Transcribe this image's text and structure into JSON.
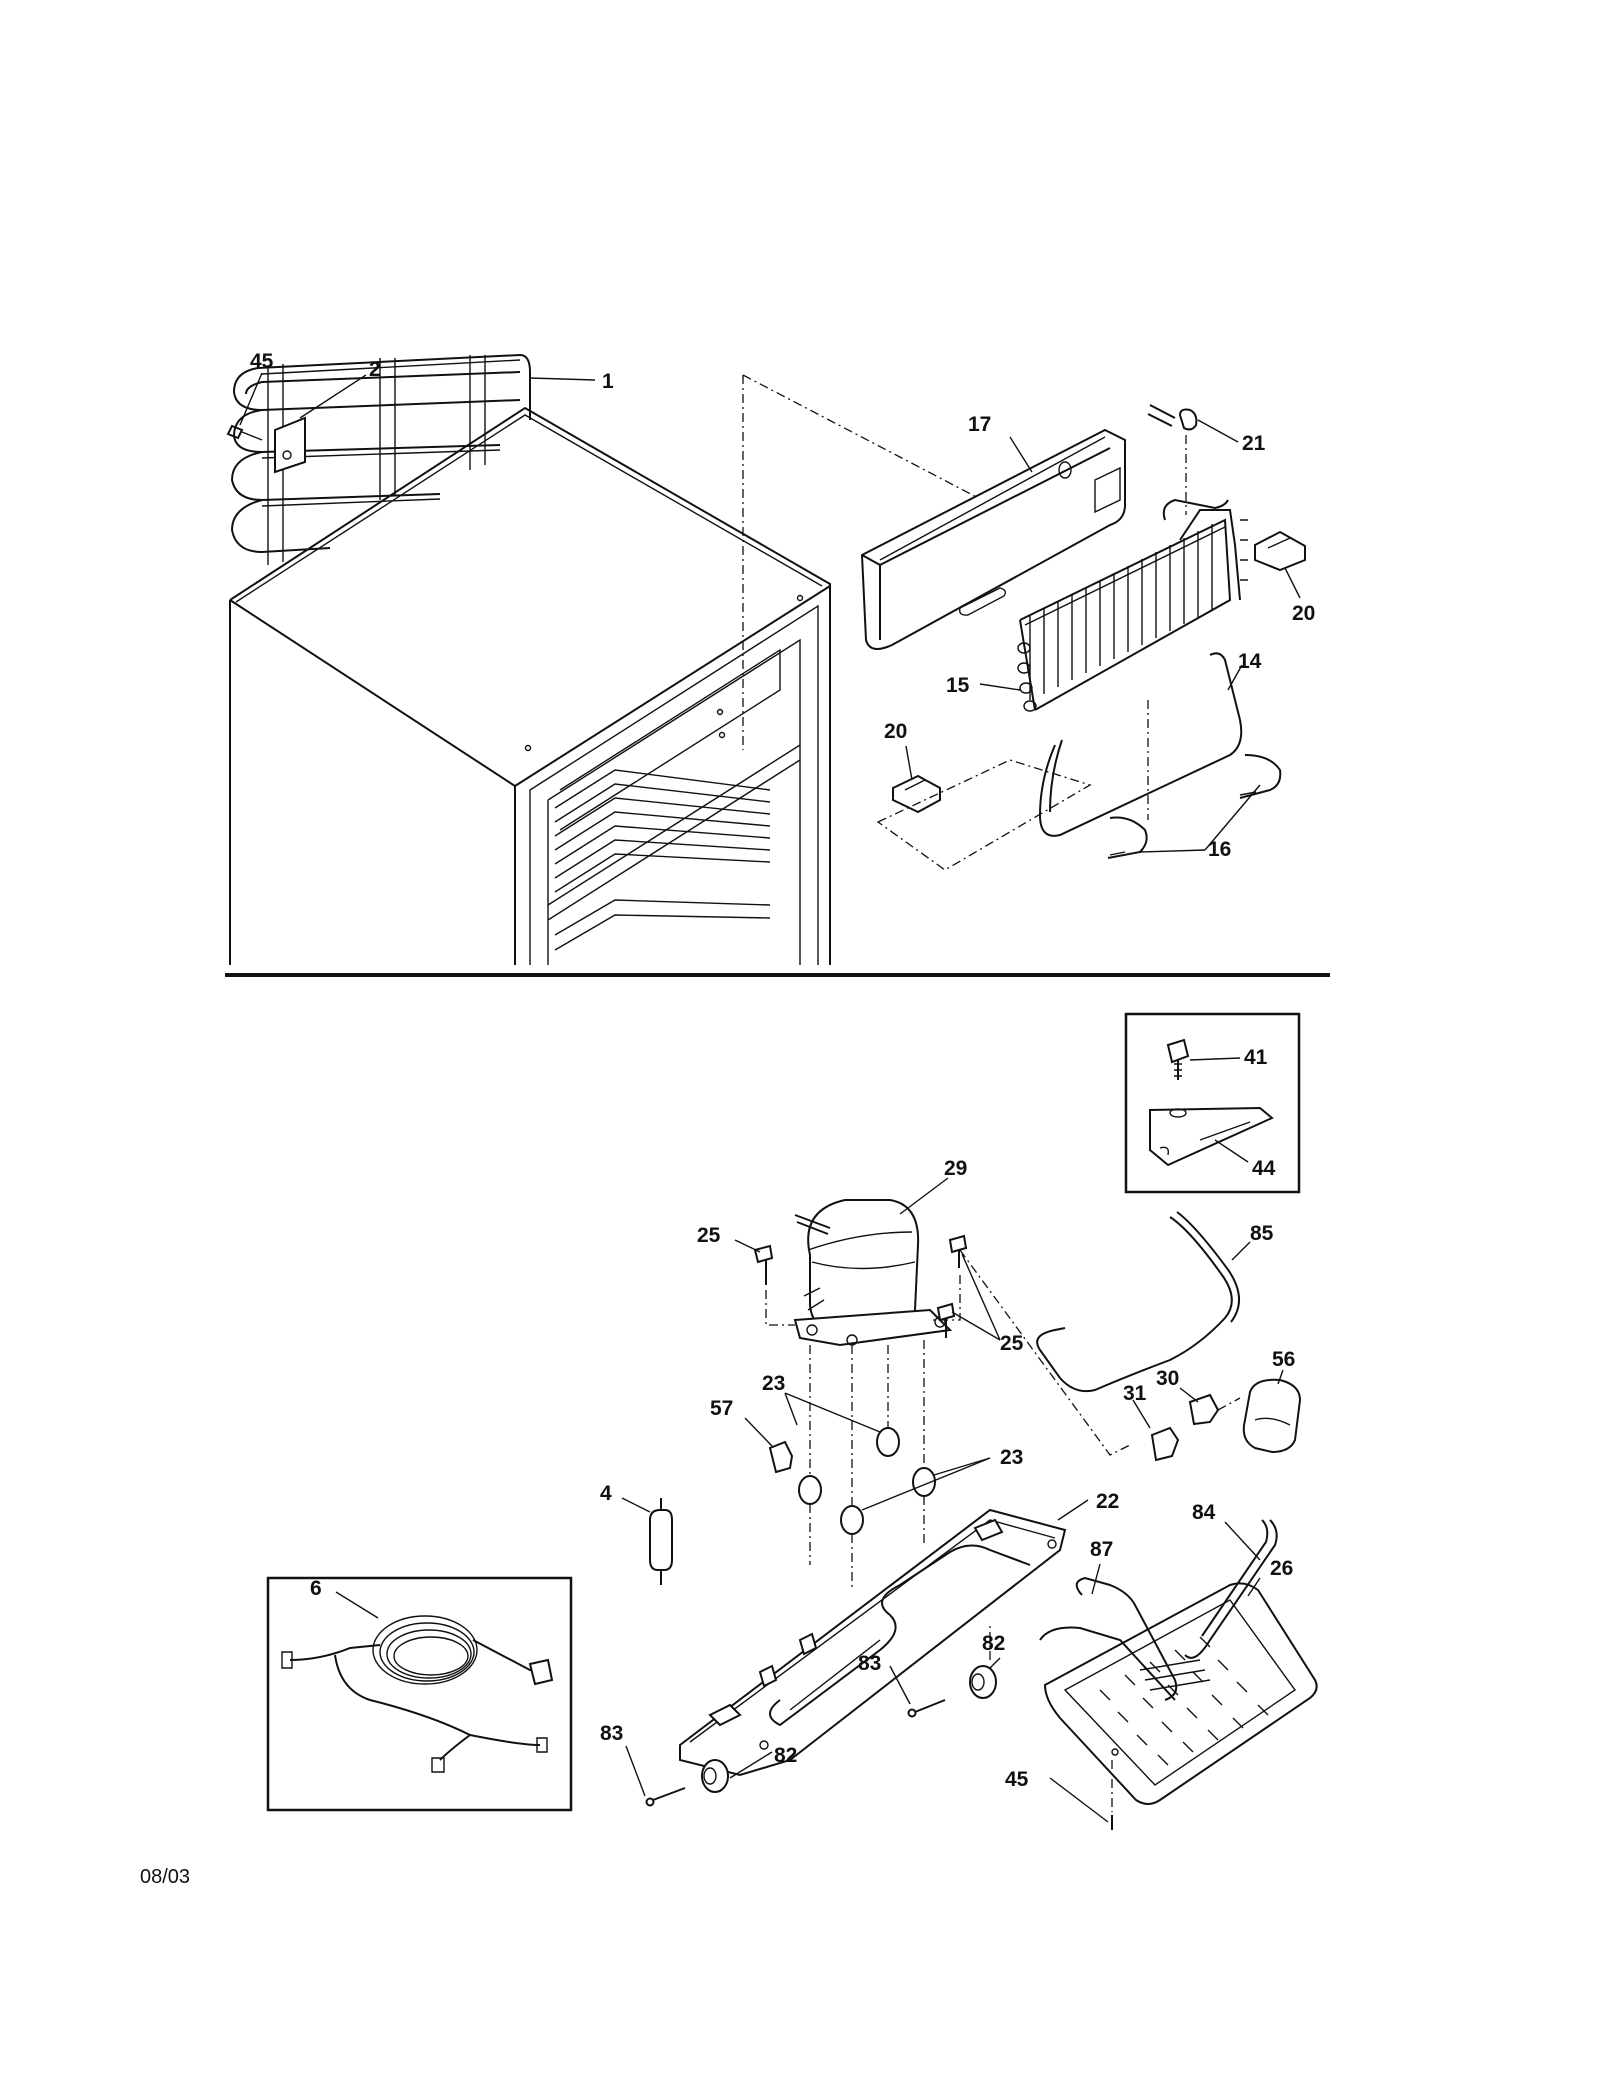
{
  "date_code": "08/03",
  "callouts": {
    "c45a": "45",
    "c2": "2",
    "c1": "1",
    "c17": "17",
    "c21": "21",
    "c20a": "20",
    "c15": "15",
    "c14": "14",
    "c20b": "20",
    "c16": "16",
    "c41": "41",
    "c44": "44",
    "c29": "29",
    "c25a": "25",
    "c85": "85",
    "c25b": "25",
    "c56": "56",
    "c30": "30",
    "c23a": "23",
    "c31": "31",
    "c57": "57",
    "c23b": "23",
    "c22": "22",
    "c4": "4",
    "c84": "84",
    "c87": "87",
    "c26": "26",
    "c6": "6",
    "c82a": "82",
    "c83a": "83",
    "c83b": "83",
    "c82b": "82",
    "c45b": "45"
  }
}
